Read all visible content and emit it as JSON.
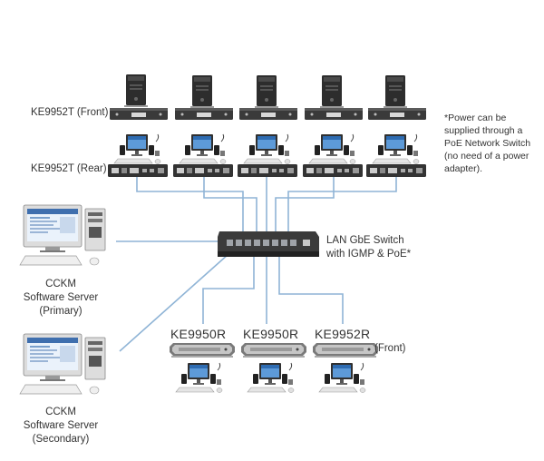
{
  "labels": {
    "tx_front": "KE9952T (Front)",
    "tx_rear": "KE9952T (Rear)",
    "poe_note": [
      "*Power can be",
      "supplied through a",
      "PoE Network Switch",
      "(no need of a power",
      "adapter)."
    ],
    "switch": [
      "LAN GbE Switch",
      "with IGMP & PoE*"
    ],
    "server_primary": [
      "CCKM",
      "Software Server",
      "(Primary)"
    ],
    "server_secondary": [
      "CCKM",
      "Software Server",
      "(Secondary)"
    ],
    "rx_models": [
      "KE9950R",
      "KE9950R",
      "KE9952R"
    ],
    "rx_front": "(Front)"
  },
  "colors": {
    "link": "#8fb4d6",
    "device_dark": "#2c2c2c",
    "device_light": "#bdbdbd"
  },
  "icons": {
    "pc_tower": "pc-tower-icon",
    "workstation": "workstation-icon",
    "switch": "network-switch-icon",
    "server": "server-computer-icon"
  }
}
